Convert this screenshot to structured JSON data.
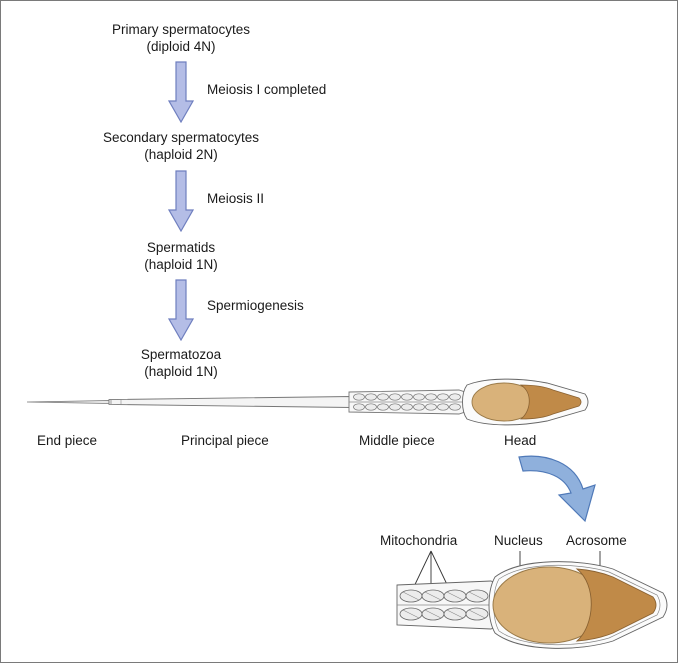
{
  "stages": [
    {
      "name": "Primary spermatocytes",
      "ploidy": "(diploid 4N)"
    },
    {
      "name": "Secondary spermatocytes",
      "ploidy": "(haploid 2N)"
    },
    {
      "name": "Spermatids",
      "ploidy": "(haploid 1N)"
    },
    {
      "name": "Spermatozoa",
      "ploidy": "(haploid 1N)"
    }
  ],
  "steps": [
    "Meiosis I completed",
    "Meiosis II",
    "Spermiogenesis"
  ],
  "sperm_parts": [
    "End piece",
    "Principal piece",
    "Middle piece",
    "Head"
  ],
  "detail_labels": [
    "Mitochondria",
    "Nucleus",
    "Acrosome"
  ],
  "colors": {
    "arrow_fill": "#b4bde6",
    "arrow_stroke": "#6f7fbf",
    "nucleus": "#d9b27a",
    "acrosome": "#c08a48",
    "outline": "#666666"
  }
}
